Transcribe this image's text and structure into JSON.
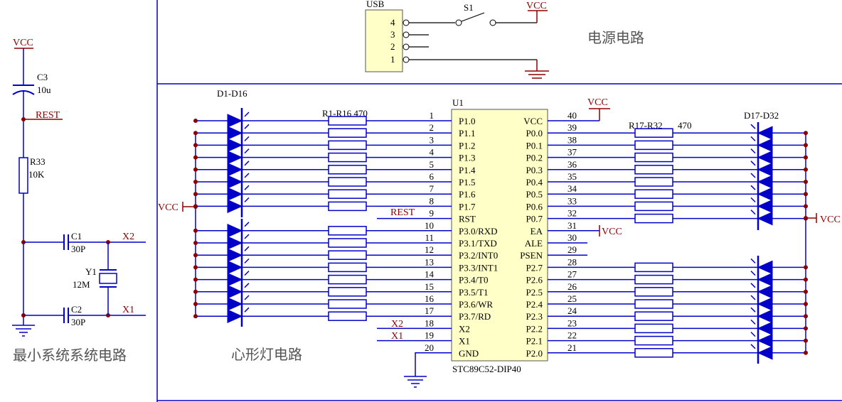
{
  "colors": {
    "wire": "#0000c8",
    "power": "#8b0000",
    "border": "#0000c8",
    "text": "#000000",
    "cn_text": "#555555"
  },
  "sections": {
    "minimum_system": "最小系统系统电路",
    "heart_light": "心形灯电路",
    "power_circuit": "电源电路"
  },
  "power": {
    "usb_label": "USB",
    "usb_pins": [
      "4",
      "3",
      "2",
      "1"
    ],
    "switch_label": "S1",
    "vcc": "VCC"
  },
  "min_sys": {
    "vcc": "VCC",
    "c3_name": "C3",
    "c3_value": "10u",
    "rest_net": "REST",
    "r33_name": "R33",
    "r33_value": "10K",
    "c1_name": "C1",
    "c1_value": "30P",
    "c2_name": "C2",
    "c2_value": "30P",
    "y1_name": "Y1",
    "y1_value": "12M",
    "x1_net": "X1",
    "x2_net": "X2"
  },
  "left_leds": {
    "label": "D1-D16",
    "vcc": "VCC"
  },
  "right_leds": {
    "label": "D17-D32",
    "vcc": "VCC"
  },
  "left_res": {
    "label": "R1-R16 470"
  },
  "right_res": {
    "label": "R17-R32",
    "value": "470"
  },
  "mcu": {
    "ref": "U1",
    "part": "STC89C52-DIP40",
    "vcc_top": "VCC",
    "ea_vcc": "VCC",
    "rest_net": "REST",
    "x2_net": "X2",
    "x1_net": "X1",
    "left_pins": [
      {
        "num": "1",
        "name": "P1.0"
      },
      {
        "num": "2",
        "name": "P1.1"
      },
      {
        "num": "3",
        "name": "P1.2"
      },
      {
        "num": "4",
        "name": "P1.3"
      },
      {
        "num": "5",
        "name": "P1.4"
      },
      {
        "num": "6",
        "name": "P1.5"
      },
      {
        "num": "7",
        "name": "P1.6"
      },
      {
        "num": "8",
        "name": "P1.7"
      },
      {
        "num": "9",
        "name": "RST"
      },
      {
        "num": "10",
        "name": "P3.0/RXD"
      },
      {
        "num": "11",
        "name": "P3.1/TXD"
      },
      {
        "num": "12",
        "name": "P3.2/INT0"
      },
      {
        "num": "13",
        "name": "P3.3/INT1"
      },
      {
        "num": "14",
        "name": "P3.4/T0"
      },
      {
        "num": "15",
        "name": "P3.5/T1"
      },
      {
        "num": "16",
        "name": "P3.6/WR"
      },
      {
        "num": "17",
        "name": "P3.7/RD"
      },
      {
        "num": "18",
        "name": "X2"
      },
      {
        "num": "19",
        "name": "X1"
      },
      {
        "num": "20",
        "name": "GND"
      }
    ],
    "right_pins": [
      {
        "num": "40",
        "name": "VCC"
      },
      {
        "num": "39",
        "name": "P0.0"
      },
      {
        "num": "38",
        "name": "P0.1"
      },
      {
        "num": "37",
        "name": "P0.2"
      },
      {
        "num": "36",
        "name": "P0.3"
      },
      {
        "num": "35",
        "name": "P0.4"
      },
      {
        "num": "34",
        "name": "P0.5"
      },
      {
        "num": "33",
        "name": "P0.6"
      },
      {
        "num": "32",
        "name": "P0.7"
      },
      {
        "num": "31",
        "name": "EA"
      },
      {
        "num": "30",
        "name": "ALE"
      },
      {
        "num": "29",
        "name": "PSEN"
      },
      {
        "num": "28",
        "name": "P2.7"
      },
      {
        "num": "27",
        "name": "P2.6"
      },
      {
        "num": "26",
        "name": "P2.5"
      },
      {
        "num": "25",
        "name": "P2.4"
      },
      {
        "num": "24",
        "name": "P2.3"
      },
      {
        "num": "23",
        "name": "P2.2"
      },
      {
        "num": "22",
        "name": "P2.1"
      },
      {
        "num": "21",
        "name": "P2.0"
      }
    ]
  }
}
